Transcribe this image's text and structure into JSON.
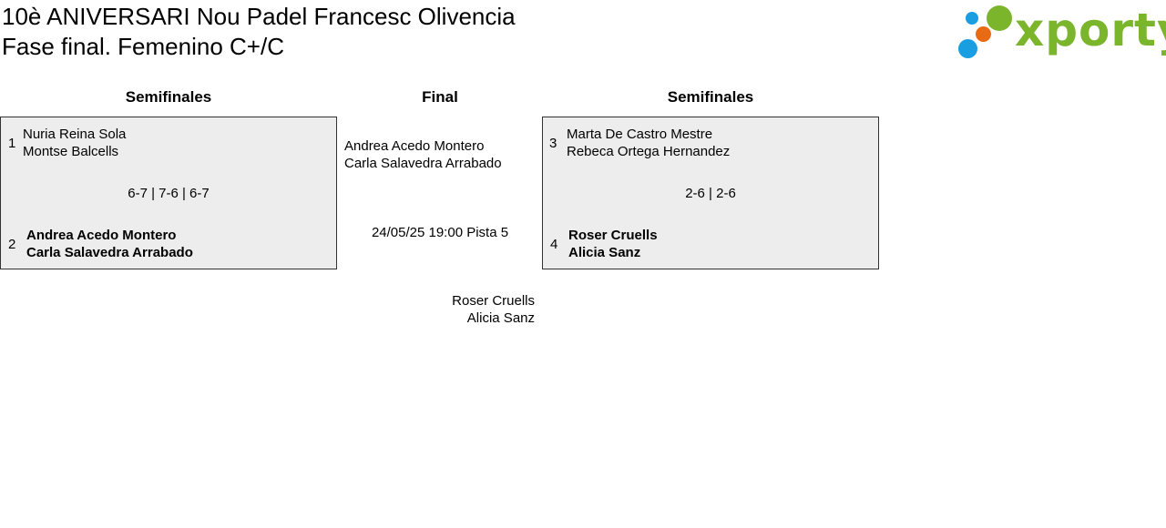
{
  "header": {
    "title": "10è ANIVERSARI Nou Padel Francesc Olivencia",
    "subtitle": "Fase final. Femenino C+/C"
  },
  "logo": {
    "text": "xporty",
    "colors": {
      "green": "#7ab52b",
      "blue": "#1a9ee2",
      "orange": "#e86a13"
    }
  },
  "rounds": {
    "left_title": "Semifinales",
    "final_title": "Final",
    "right_title": "Semifinales"
  },
  "semifinal_left": {
    "team_top": {
      "seed": "1",
      "player1": "Nuria Reina Sola",
      "player2": "Montse Balcells"
    },
    "score": "6-7 | 7-6 | 6-7",
    "team_bottom": {
      "seed": "2",
      "player1": "Andrea Acedo Montero",
      "player2": "Carla Salavedra Arrabado",
      "winner": true
    }
  },
  "semifinal_right": {
    "team_top": {
      "seed": "3",
      "player1": "Marta De Castro Mestre",
      "player2": "Rebeca Ortega Hernandez"
    },
    "score": "2-6 | 2-6",
    "team_bottom": {
      "seed": "4",
      "player1": "Roser Cruells",
      "player2": "Alicia Sanz",
      "winner": true
    }
  },
  "final": {
    "team_top": {
      "player1": "Andrea Acedo Montero",
      "player2": "Carla Salavedra Arrabado"
    },
    "schedule": "24/05/25 19:00 Pista 5",
    "team_bottom": {
      "player1": "Roser Cruells",
      "player2": "Alicia Sanz"
    }
  },
  "colors": {
    "box_background": "#ededed",
    "box_border": "#333333"
  }
}
